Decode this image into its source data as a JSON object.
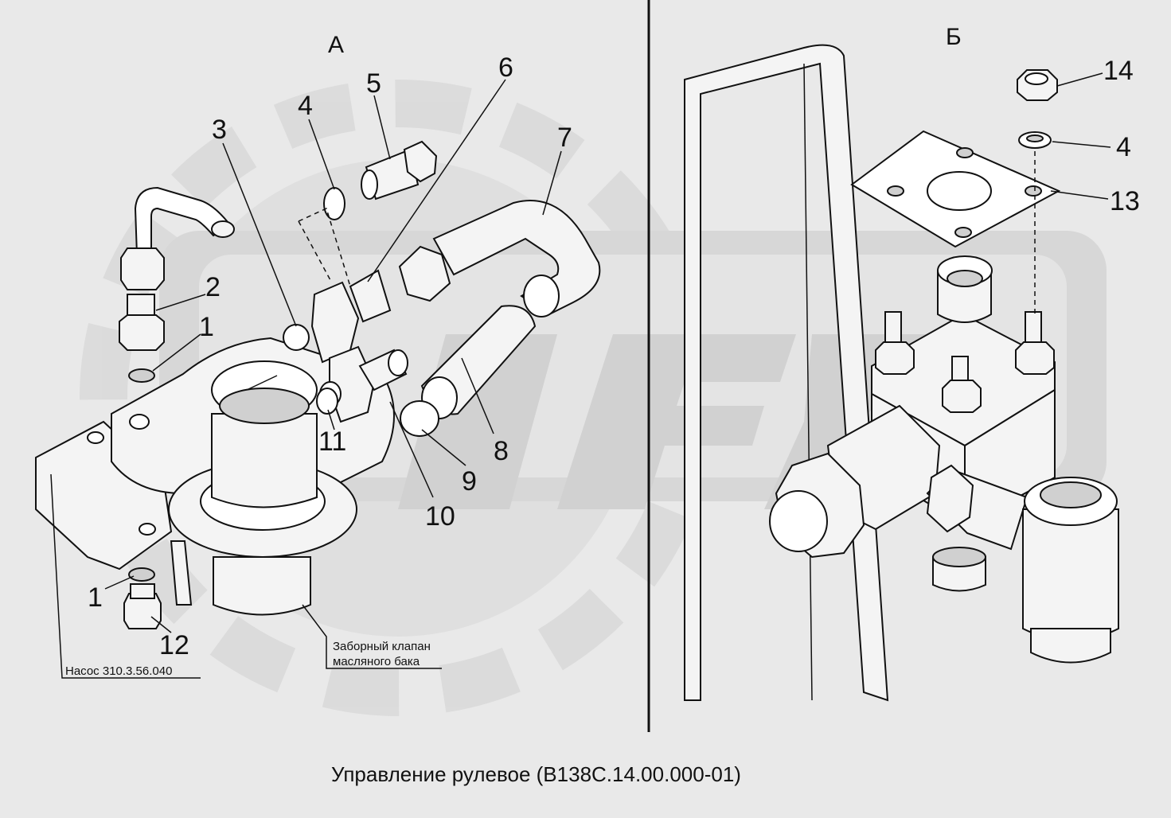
{
  "views": [
    {
      "id": "A",
      "label": "А"
    },
    {
      "id": "B",
      "label": "Б"
    }
  ],
  "callouts": [
    "1",
    "2",
    "3",
    "4",
    "5",
    "6",
    "7",
    "8",
    "9",
    "10",
    "11",
    "12",
    "13",
    "14"
  ],
  "notes": {
    "pump": "Насос 310.3.56.040",
    "valve_line1": "Заборный клапан",
    "valve_line2": "масляного бака"
  },
  "caption": "Управление рулевое (В138С.14.00.000-01)",
  "colors": {
    "background": "#e9e9e9",
    "watermark": "#d9d9d9",
    "ink": "#111111"
  },
  "watermark_icon": "gear-logo-watermark"
}
